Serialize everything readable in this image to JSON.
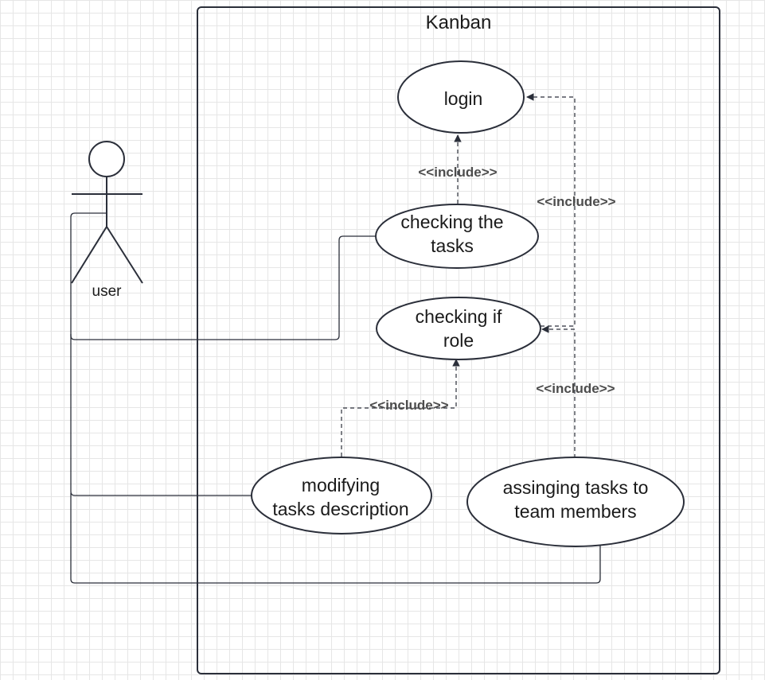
{
  "system": {
    "title": "Kanban"
  },
  "actor": {
    "name": "user"
  },
  "use_cases": {
    "login": "login",
    "checking_tasks": "checking the\ntasks",
    "checking_role": "checking if\nrole",
    "modifying": "modifying\ntasks description",
    "assigning": "assinging tasks to\nteam members"
  },
  "relations": {
    "include_1": "<<include>>",
    "include_2": "<<include>>",
    "include_3": "<<include>>",
    "include_4": "<<include>>"
  },
  "colors": {
    "stroke": "#2b2f3a",
    "text": "#1a1a1a",
    "include_text": "#4d4d4d",
    "grid": "#e6e6e6"
  }
}
